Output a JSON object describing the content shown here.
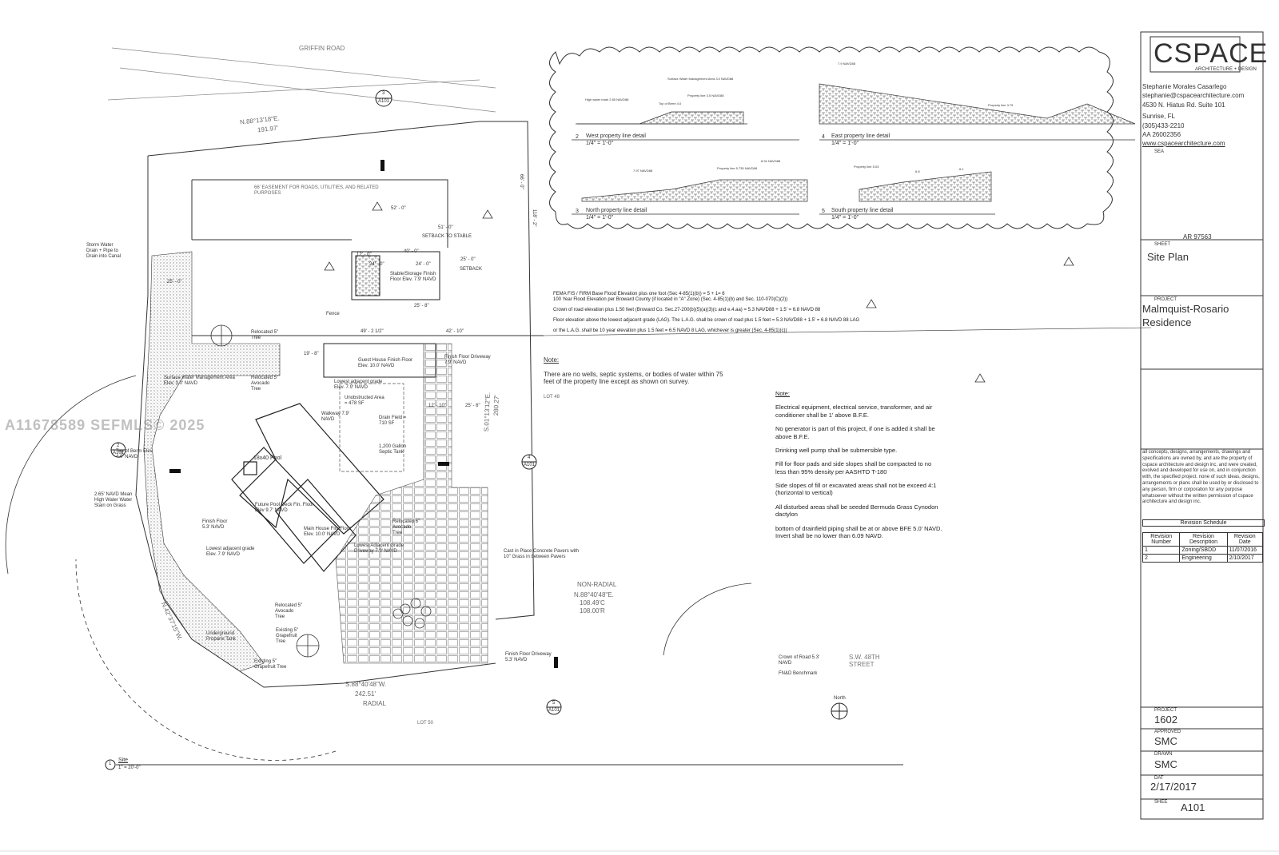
{
  "title_block": {
    "logo_main": "CSPACE",
    "logo_sub": "ARCHITECTURE + DESIGN",
    "architect_name": "Stephanie Morales Casarlego",
    "email": "stephanie@cspacearchitecture.com",
    "address_line": "4530 N. Hiatus Rd. Suite 101",
    "city": "Sunrise, FL",
    "phone": "(305)433-2210",
    "license": "AA 26002356",
    "website": "www.cspacearchitecture.com",
    "seal_label": "SEA",
    "ar_number": "AR 97563",
    "sheet_label": "SHEET",
    "sheet_title": "Site Plan",
    "project_label": "PROJECT",
    "project_name_1": "Malmquist-Rosario",
    "project_name_2": "Residence",
    "disclaimer": "all concepts, designs, arrangements, drawings and specifications are owned by, and are the property of cspace architecture and design inc. and were created, evolved and developed for use on, and in conjunction with, the specified project. none of such ideas, designs, arrangements or plans shall be used by or disclosed to any person, firm or corporation for any purpose whatsoever without the written permission of cspace architecture and design inc.",
    "revision_schedule_title": "Revision Schedule",
    "revision_headers": [
      "Revision Number",
      "Revision Description",
      "Revision Date"
    ],
    "revisions": [
      {
        "number": "1",
        "description": "Zoning/SBDD",
        "date": "11/07/2016"
      },
      {
        "number": "2",
        "description": "Engineering",
        "date": "2/10/2017"
      }
    ],
    "project_number_label": "PROJECT",
    "project_number": "1602",
    "approved_label": "APPROVED",
    "approved": "SMC",
    "drawn_label": "DRAWN",
    "drawn": "SMC",
    "date_label": "DAT",
    "date": "2/17/2017",
    "sheet_number_label": "SHEE",
    "sheet_number": "A101"
  },
  "details": [
    {
      "num": "2",
      "title": "West property line detail",
      "scale": "1/4\" = 1'-0\""
    },
    {
      "num": "4",
      "title": "East property line detail",
      "scale": "1/4\" = 1'-0\""
    },
    {
      "num": "3",
      "title": "North property line detail",
      "scale": "1/4\" = 1'-0\""
    },
    {
      "num": "5",
      "title": "South property line detail",
      "scale": "1/4\" = 1'-0\""
    }
  ],
  "detail_labels": {
    "west_high_water": "High water mark 2.65 NAVD88",
    "west_top_berm": "Top of Berm 4.0",
    "west_swma": "Surface Water Management Area 3.0 NAVD88",
    "west_property_line": "Property line 3.5 NAVD88",
    "east_elev": "7.9 NAVD88",
    "east_property_line": "Property line 3.75",
    "north_elev": "7.97 NAVD88",
    "north_property_line": "Property line 5.735 NAVD88",
    "north_elev2": "8.94 NAVD88",
    "south_property_line": "Property line 5.03",
    "south_val1": "6.8",
    "south_val2": "6.1"
  },
  "fema_notes": [
    "FEMA FIS / FIRM Base Flood Elevation plus one foot (Sec 4-85(1)(b)) = 5 + 1= 6",
    "100 Year Flood Elevation per Broward County (if located in \"A\" Zone) (Sec. 4-85(1)(b) and Sec. 110-070(C)(2))",
    "Crown of road elevation plus 1.50 feet (Broward Co. Sec.27-200(b)(5)(a)(3)(c and e.4.aa) = 5.3 NAVD88 + 1.5' = 6.8 NAVD 88",
    "Floor elevation above the lowest adjacent grade (LAG). The L.A.G. shall be crown of road plus 1.5 feet = 5.3 NAVD88 + 1.5' = 6.8 NAVD 88 LAG",
    "or the L.A.G. shall be 10 year elevation plus 1.5 feet = 6.5 NAVD 8 LAG, whichever is greater (Sec. 4-85(1)(c))"
  ],
  "note_wells": {
    "title": "Note:",
    "text": "There are no wells, septic systems, or bodies of water within 75 feet of the property line except as shown on survey."
  },
  "note_box": {
    "title": "Note:",
    "items": [
      "Electrical equipment, electrical service, transformer, and air conditioner shall be 1' above B.F.E.",
      "No generator is part of this project, if one is added it shall be above B.F.E.",
      "Drinking well pump shall be submersible type.",
      "Fill for floor pads and side slopes shall be compacted to no less than 95% density per AASHTO T-180",
      "Side slopes of fill or excavated areas shall not be exceed 4:1 (horizontal to vertical)",
      "All disturbed areas shall be seeded Bermuda Grass Cynodon dactylon",
      "bottom of drainfield piping shall be at or above BFE 5.0' NAVD. Invert shall be no lower than 6.09 NAVD."
    ]
  },
  "site_labels": {
    "griffin_road": "GRIFFIN ROAD",
    "bearing_north": "N.88°13'18\"E.",
    "dist_north": "191.97'",
    "easement": "66' EASEMENT FOR ROADS, UTILITIES, AND RELATED PURPOSES",
    "storm_water": "Storm Water Drain + Pipe to Drain into Canal",
    "setback_stable": "SETBACK TO STABLE",
    "stable_storage": "Stable/Storage Finish Floor Elev. 7.9' NAVD",
    "setback": "SETBACK",
    "fence": "Fence",
    "relocated_tree": "Relocated 5\" Tree",
    "guest_house": "Guest House Finish Floor Elev. 10.0' NAVD",
    "lowest_adj_grade_1": "Lowest adjacent grade Elev. 7.9' NAVD",
    "unobstructed": "Unobstructed Area = 478 SF",
    "drain_field": "Drain Field = 710 SF",
    "septic_tank": "1,200 Gallon Septic Tank",
    "finish_driveway": "Finish Floor Driveway 7.9' NAVD",
    "walkway": "Walkway 7.9' NAVD",
    "swma": "Surface Water Management Area Elev. 3.0' NAVD",
    "relocated_avocado_1": "Relocated 5\" Avocado Tree",
    "top_of_berm": "Top of Berm Elev. 4.0' NAVD",
    "mean_high_water": "2.65' NAVD Mean High Water Water Stain on Grass",
    "pool": "18x40 Pool",
    "future_pool_deck": "Future Pool Deck Fin. Floor Elev 9.7' NAVD",
    "finish_floor_53": "Finish Floor 5.3' NAVD",
    "main_house": "Main House Fin. Floor Elev. 10.0' NAVD",
    "lowest_adj_grade_2": "Lowest adjacent grade Elev. 7.9' NAVD",
    "lowest_adj_grade_driveway": "Lowest Adjacent Grade Driveway 7.9' NAVD",
    "relocated_avocado_2": "Relocated 6\" Avocado Tree",
    "cast_pavers": "Cast in Place Concrete Pavers with 10\" Grass in between Pavers",
    "relocated_avocado_3": "Relocated 5\" Avocado Tree",
    "existing_grapefruit": "Existing 5\" Grapefruit Tree",
    "underground_propane": "Underground Propane Tank",
    "existing_grapefruit_2": "Existing 5\" Grapefruit Tree",
    "finish_floor_driveway_53": "Finish Floor Driveway 5.3' NAVD",
    "non_radial": "NON-RADIAL",
    "bearing_south": "N.88°40'48\"E.",
    "dist_south_1": "108.49'C",
    "dist_south_2": "108.00'R",
    "crown_of_road": "Crown of Road 5.3' NAVD",
    "benchmark": "FN&D Benchmark",
    "sw_48th_street": "S.W. 48TH STREET",
    "east_bearing": "S.01°13'12\"E.",
    "east_dist": "280.27'",
    "lot_48": "LOT 48",
    "lot_50": "LOT 50",
    "radial": "RADIAL",
    "south_bearing": "S.88°40'48\"W.",
    "south_dist": "242.51'",
    "west_bearing": "N.42°37'15\"W.",
    "north_arrow": "North",
    "site_title": "Site",
    "site_scale": "1\" = 20'-0\"",
    "dim_52": "52' - 0\"",
    "dim_51": "51' - 0\"",
    "dim_40": "40' - 0\"",
    "dim_25": "25' - 0\"",
    "dim_24a": "24' - 0\"",
    "dim_24b": "24' - 0\"",
    "dim_12": "12' - 0\"",
    "dim_49": "49' - 2 1/2\"",
    "dim_42": "42' - 10\"",
    "dim_25_6": "25' - 6\"",
    "dim_12_10": "12' - 10\"",
    "dim_19": "19' - 8\"",
    "dim_25b": "25' - 8\"",
    "dim_25_0": "25' - 0\"",
    "dim_118": "118' - 2\"",
    "dim_66": "66' - 0\""
  },
  "callouts": [
    {
      "num": "3",
      "sheet": "A101"
    },
    {
      "num": "2",
      "sheet": "A101"
    },
    {
      "num": "4",
      "sheet": "A101"
    },
    {
      "num": "5",
      "sheet": "A101"
    },
    {
      "num": "1",
      "sheet": ""
    }
  ],
  "watermark": "A11678589  SEFMLS© 2025"
}
